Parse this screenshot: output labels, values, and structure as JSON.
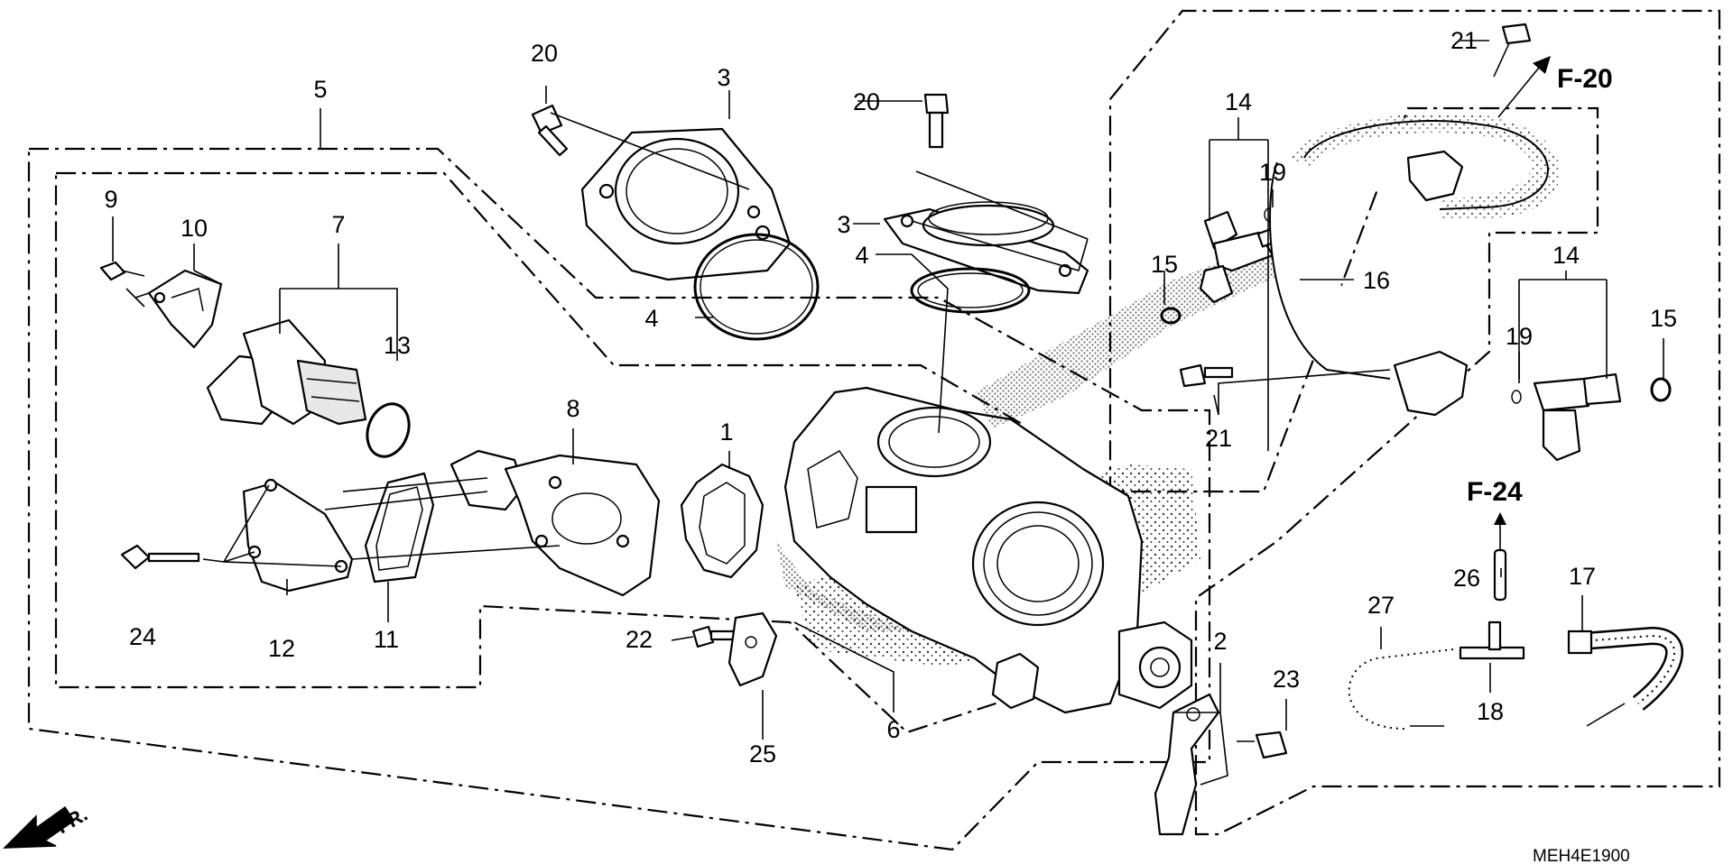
{
  "diagram_code": "MEH4E1900",
  "direction_label": "FR.",
  "refs": {
    "f20": "F-20",
    "f24": "F-24"
  },
  "callouts": {
    "c1": "1",
    "c2": "2",
    "c3a": "3",
    "c3b": "3",
    "c4a": "4",
    "c4b": "4",
    "c5": "5",
    "c6": "6",
    "c7": "7",
    "c8": "8",
    "c9": "9",
    "c10": "10",
    "c11": "11",
    "c12": "12",
    "c13": "13",
    "c14a": "14",
    "c14b": "14",
    "c15a": "15",
    "c15b": "15",
    "c16": "16",
    "c17": "17",
    "c18": "18",
    "c19a": "19",
    "c19b": "19",
    "c20a": "20",
    "c20b": "20",
    "c21a": "21",
    "c21b": "21",
    "c22": "22",
    "c23": "23",
    "c24": "24",
    "c25": "25",
    "c26": "26",
    "c27": "27"
  }
}
